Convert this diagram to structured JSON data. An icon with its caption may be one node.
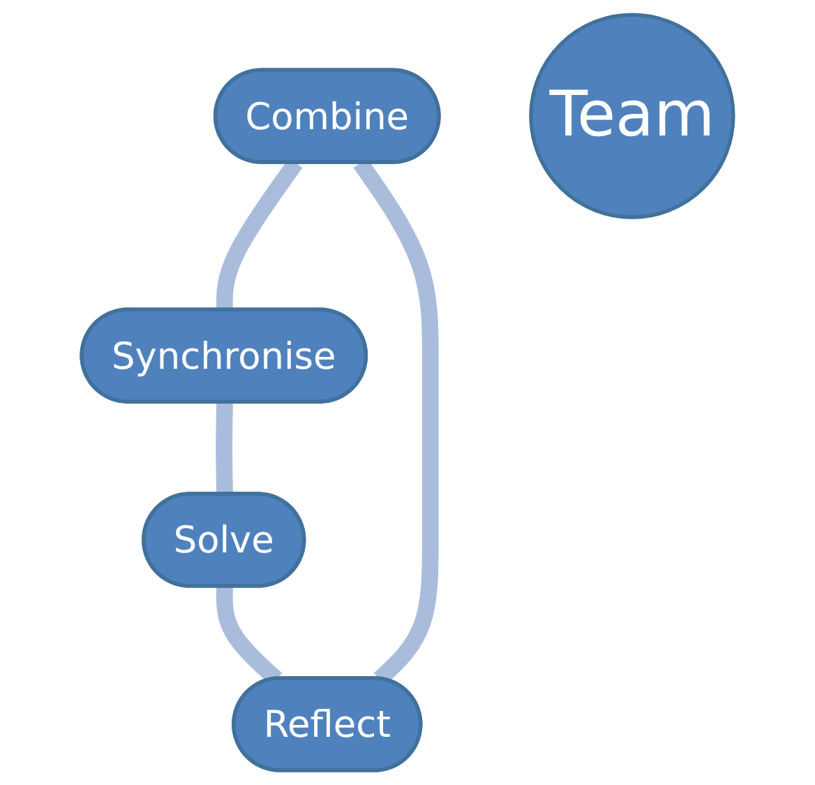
{
  "diagram": {
    "nodes": [
      {
        "text": [
          "Combine"
        ]
      },
      {
        "text": [
          "Reflect"
        ]
      },
      {
        "text": [
          "Team"
        ]
      },
      {
        "text": [
          "Synchronise"
        ]
      },
      {
        "text": [
          "Solve"
        ]
      }
    ],
    "edges": [
      {
        "from": 0,
        "to": 3,
        "arrow": "none"
      },
      {
        "from": 3,
        "to": 4,
        "arrow": "none"
      },
      {
        "from": 4,
        "to": 1,
        "arrow": "none"
      },
      {
        "from": 1,
        "to": 0,
        "arrow": "none"
      }
    ]
  }
}
